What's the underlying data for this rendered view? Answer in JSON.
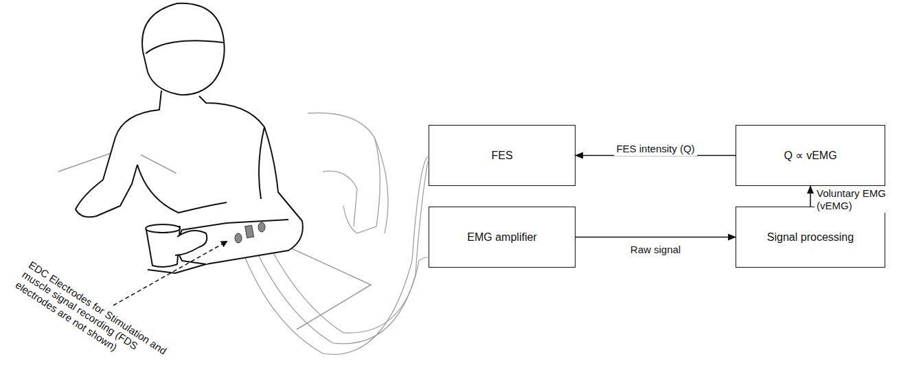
{
  "diagram": {
    "nodes": [
      {
        "text": [
          "FES"
        ]
      },
      {
        "text": [
          "Q ∝ vEMG"
        ]
      },
      {
        "text": [
          "EMG amplifier"
        ]
      },
      {
        "text": [
          "Signal processing"
        ]
      }
    ],
    "edges": [
      {
        "from": 1,
        "to": 0,
        "arrow": "to",
        "label": "FES intensity (Q)"
      },
      {
        "from": 2,
        "to": 3,
        "arrow": "to",
        "label": "Raw signal"
      },
      {
        "from": 3,
        "to": 1,
        "arrow": "to",
        "label": "Voluntary EMG (vEMG)"
      }
    ],
    "labels": [
      "EDC Electrodes for Stimulation and muscle signal recording (FDS electrodes are not shown)"
    ]
  }
}
